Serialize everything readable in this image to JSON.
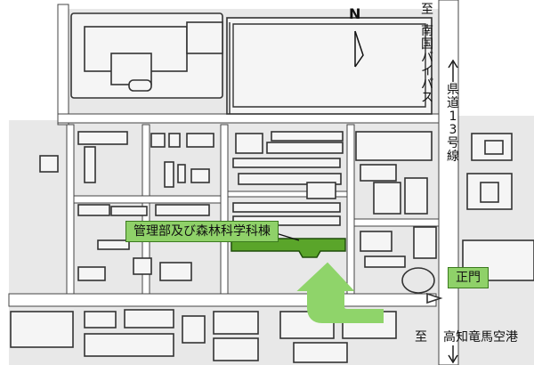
{
  "north": {
    "label": "N"
  },
  "north_direction": {
    "to_label": "至",
    "destination": "南国バイパス"
  },
  "road": {
    "name": "県道13号線"
  },
  "south_direction": {
    "to_label": "至",
    "destination": "高知竜馬空港"
  },
  "building_label": "管理部及び森林科学科棟",
  "main_gate_label": "正門",
  "colors": {
    "highlight_building": "#5aa52a",
    "label_fill": "#8fd169",
    "arrow": "#8fd46a",
    "map_line": "#555555",
    "road_fill": "#ffffff"
  }
}
